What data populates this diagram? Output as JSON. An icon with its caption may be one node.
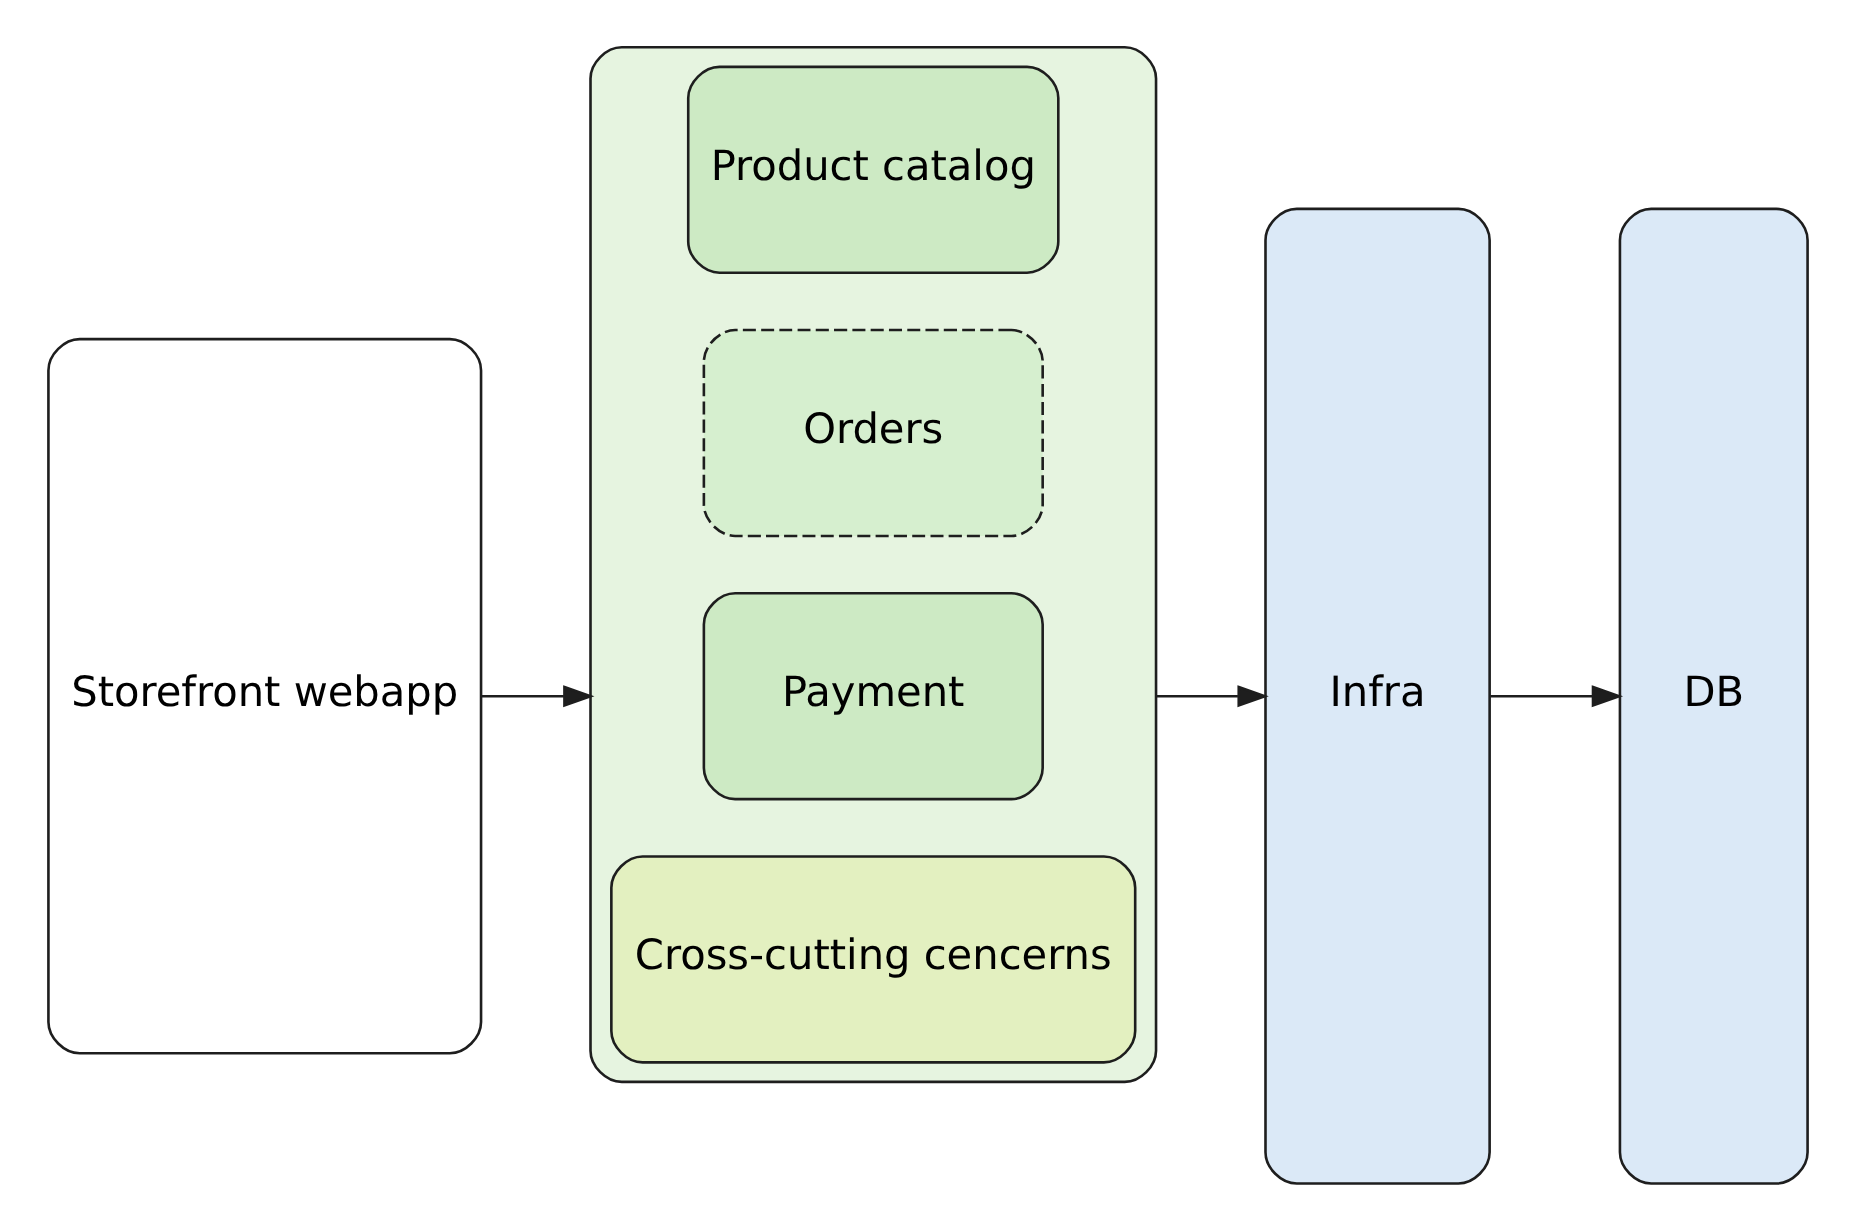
{
  "diagram": {
    "nodes": [
      {
        "text": [
          "Storefront webapp"
        ]
      },
      {
        "text": [],
        "shape": "box"
      },
      {
        "text": [
          "Product catalog"
        ],
        "in": 1
      },
      {
        "text": [
          "Orders"
        ],
        "in": 1
      },
      {
        "text": [
          "Payment"
        ],
        "in": 1
      },
      {
        "text": [
          "Cross-cutting cencerns"
        ],
        "in": 1
      },
      {
        "text": [
          "Infra"
        ]
      },
      {
        "text": [
          "DB"
        ]
      }
    ],
    "edges": [
      {
        "from": 0,
        "to": 1,
        "arrow": "to"
      },
      {
        "from": 1,
        "to": 6,
        "arrow": "to"
      },
      {
        "from": 6,
        "to": 7,
        "arrow": "to"
      }
    ]
  }
}
